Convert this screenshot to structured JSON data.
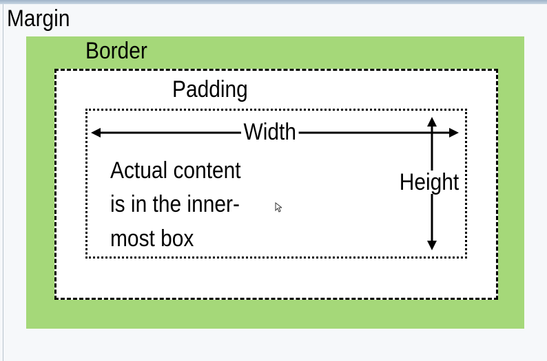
{
  "diagram": {
    "margin_label": "Margin",
    "border_label": "Border",
    "padding_label": "Padding",
    "width_label": "Width",
    "height_label": "Height",
    "content_lines": [
      "Actual content",
      "is in the inner-",
      "most box"
    ]
  },
  "colors": {
    "border_area": "#a5d879",
    "background": "#f6f8fa"
  }
}
